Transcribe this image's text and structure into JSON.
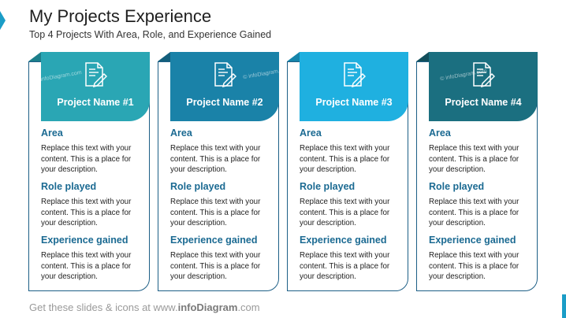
{
  "slide": {
    "title": "My Projects Experience",
    "subtitle": "Top 4 Projects With Area, Role, and Experience Gained"
  },
  "colors": {
    "accent": "#1b9dc7",
    "frame": "#1d5f86",
    "heading": "#1b6a92"
  },
  "cards": [
    {
      "name": "Project Name #1",
      "header_color": "#2aa6b4",
      "fold_color": "#1c7f8b",
      "icon": "document-pencil-icon",
      "area_label": "Area",
      "area_text": "Replace this text with your content. This is a place for your description.",
      "role_label": "Role played",
      "role_text": "Replace this text with your content. This is a place for your description.",
      "exp_label": "Experience gained",
      "exp_text": "Replace this text with your content. This is a place for your description."
    },
    {
      "name": "Project Name #2",
      "header_color": "#1a82a8",
      "fold_color": "#135f7c",
      "icon": "document-pencil-icon",
      "area_label": "Area",
      "area_text": "Replace this text with your content. This is a place for your description.",
      "role_label": "Role played",
      "role_text": "Replace this text with your content. This is a place for your description.",
      "exp_label": "Experience gained",
      "exp_text": "Replace this text with your content. This is a place for your description."
    },
    {
      "name": "Project Name #3",
      "header_color": "#1fb0e0",
      "fold_color": "#1585ab",
      "icon": "document-pencil-icon",
      "area_label": "Area",
      "area_text": "Replace this text with your content. This is a place for your description.",
      "role_label": "Role played",
      "role_text": "Replace this text with your content. This is a place for your description.",
      "exp_label": "Experience gained",
      "exp_text": "Replace this text with your content. This is a place for your description."
    },
    {
      "name": "Project Name #4",
      "header_color": "#1b6f80",
      "fold_color": "#124f5c",
      "icon": "document-pencil-icon",
      "area_label": "Area",
      "area_text": "Replace this text with your content. This is a place for your description.",
      "role_label": "Role played",
      "role_text": "Replace this text with your content. This is a place for your description.",
      "exp_label": "Experience gained",
      "exp_text": "Replace this text with your content. This is a place for your description."
    }
  ],
  "watermark_text": "© infoDiagram.com",
  "footer": {
    "prefix": "Get these slides & icons at www.",
    "brand": "infoDiagram",
    "suffix": ".com"
  }
}
